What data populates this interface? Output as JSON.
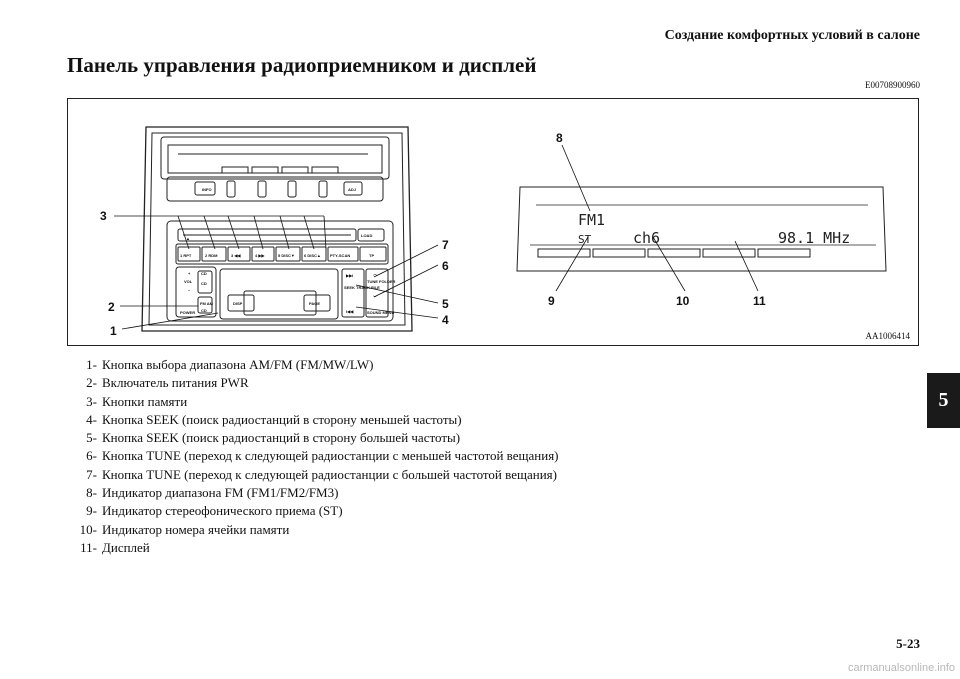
{
  "header": {
    "chapter_title": "Создание комфортных условий в салоне"
  },
  "section": {
    "title": "Панель управления радиоприемником и дисплей",
    "code": "E00708900960"
  },
  "figure": {
    "code": "AA1006414",
    "callouts": [
      "1",
      "2",
      "3",
      "4",
      "5",
      "6",
      "7",
      "8",
      "9",
      "10",
      "11"
    ],
    "panel_buttons": {
      "info": "INFO",
      "adj": "ADJ",
      "load": "LOAD",
      "eject": "▲",
      "presets": [
        "1 RPT",
        "2 RDM",
        "3 ◀◀",
        "4 ▶▶",
        "5 DISC▼",
        "6 DISC▲"
      ],
      "pty_scan": "PTY-SCAN",
      "tp": "TP",
      "vol": "VOL",
      "plus": "+",
      "minus": "−",
      "cd_top": "CD",
      "cd_mid": "CD",
      "fm_am": "FM AM",
      "cd_low": "CD",
      "power": "POWER",
      "disp": "DISP",
      "page": "PAGE",
      "seek": "SEEK TRACK FILE",
      "tune": "TUNE FOLDER",
      "sound": "SOUND MENU",
      "seek_up": "▶▶I",
      "seek_down": "I◀◀",
      "tune_up": "︿",
      "tune_down": "﹀"
    },
    "display": {
      "band": "FM1",
      "stereo": "ST",
      "channel": "ch6",
      "frequency": "98.1 MHz"
    }
  },
  "legend": [
    {
      "num": "1-",
      "text": "Кнопка выбора диапазона AM/FM (FM/MW/LW)"
    },
    {
      "num": "2-",
      "text": "Включатель питания PWR"
    },
    {
      "num": "3-",
      "text": "Кнопки памяти"
    },
    {
      "num": "4-",
      "text": "Кнопка SEEK (поиск радиостанций в сторону меньшей частоты)"
    },
    {
      "num": "5-",
      "text": "Кнопка SEEK (поиск радиостанций в сторону большей частоты)"
    },
    {
      "num": "6-",
      "text": "Кнопка TUNE (переход к следующей радиостанции с меньшей частотой вещания)"
    },
    {
      "num": "7-",
      "text": "Кнопка TUNE (переход к следующей радиостанции с большей частотой вещания)"
    },
    {
      "num": "8-",
      "text": "Индикатор диапазона FM (FM1/FM2/FM3)"
    },
    {
      "num": "9-",
      "text": "Индикатор стереофонического приема (ST)"
    },
    {
      "num": "10-",
      "text": "Индикатор номера ячейки памяти"
    },
    {
      "num": "11-",
      "text": "Дисплей"
    }
  ],
  "chapter_tab": "5",
  "page_number": "5-23",
  "watermark": "carmanualsonline.info"
}
